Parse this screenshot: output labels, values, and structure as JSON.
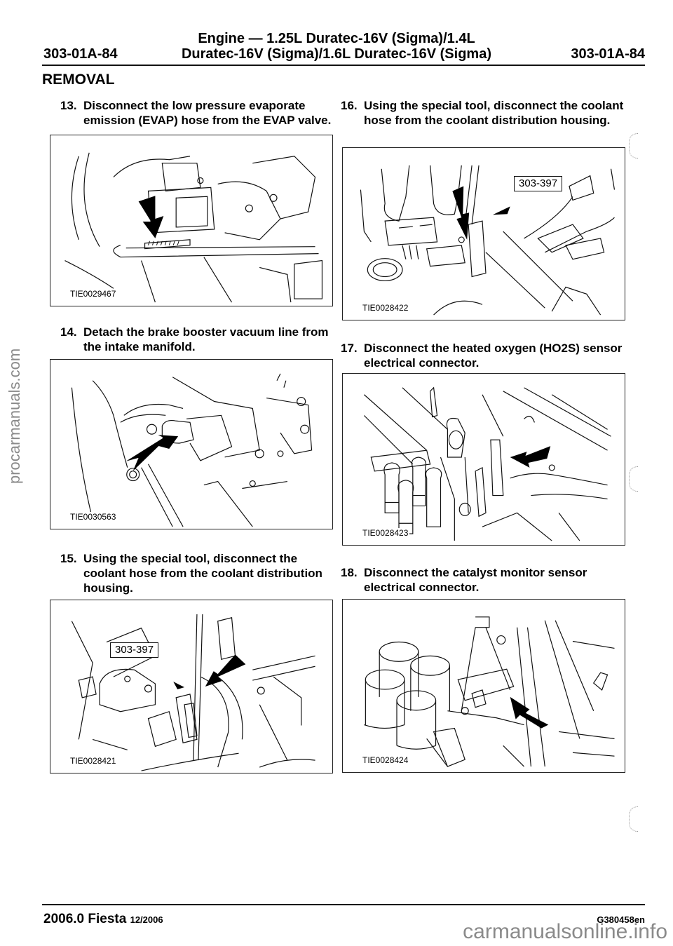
{
  "header": {
    "title_line1": "Engine — 1.25L Duratec-16V (Sigma)/1.4L",
    "title_line2": "Duratec-16V (Sigma)/1.6L Duratec-16V (Sigma)",
    "page_left": "303-01A-84",
    "page_right": "303-01A-84"
  },
  "section": "REMOVAL",
  "steps": [
    {
      "num": "13.",
      "text": "Disconnect the low pressure evaporate emission (EVAP) hose from the EVAP valve.",
      "figure_id": "TIE0029467",
      "tool_label": ""
    },
    {
      "num": "14.",
      "text": "Detach the brake booster vacuum line from the intake manifold.",
      "figure_id": "TIE0030563",
      "tool_label": ""
    },
    {
      "num": "15.",
      "text": "Using the special tool, disconnect the coolant hose from the coolant distribution housing.",
      "figure_id": "TIE0028421",
      "tool_label": "303-397"
    },
    {
      "num": "16.",
      "text": "Using the special tool, disconnect the coolant hose from the coolant distribution housing.",
      "figure_id": "TIE0028422",
      "tool_label": "303-397"
    },
    {
      "num": "17.",
      "text": "Disconnect the heated oxygen (HO2S) sensor electrical connector.",
      "figure_id": "TIE0028423",
      "tool_label": ""
    },
    {
      "num": "18.",
      "text": "Disconnect the catalyst monitor sensor electrical connector.",
      "figure_id": "TIE0028424",
      "tool_label": ""
    }
  ],
  "footer": {
    "model": "2006.0 Fiesta",
    "date": "12/2006",
    "code": "G380458en"
  },
  "watermarks": {
    "side": "procarmanuals.com",
    "bottom": "carmanualsonline.info"
  }
}
